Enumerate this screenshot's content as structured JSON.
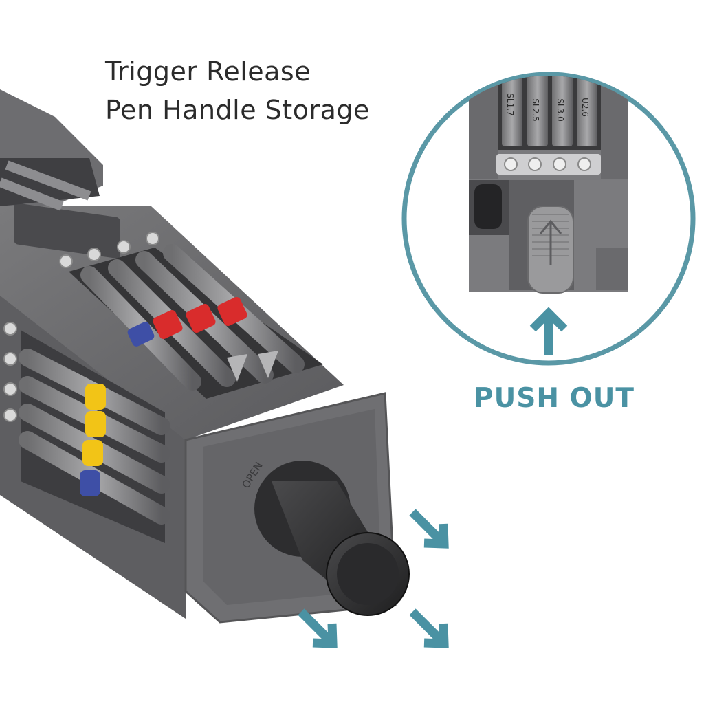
{
  "caption": {
    "line1": "Trigger Release",
    "line2": "Pen Handle Storage"
  },
  "callout": {
    "label": "PUSH OUT",
    "bit_labels": [
      "SL1.7",
      "SL2.5",
      "SL3.0",
      "U2.6"
    ]
  },
  "handle": {
    "engraving": "OPEN"
  },
  "colors": {
    "accent": "#4a92a3",
    "body": "#6b6b6d",
    "body_dark": "#4f4f52",
    "bit_red": "#d92c2c",
    "bit_yellow": "#f2c417",
    "bit_blue": "#3e4fa6"
  }
}
